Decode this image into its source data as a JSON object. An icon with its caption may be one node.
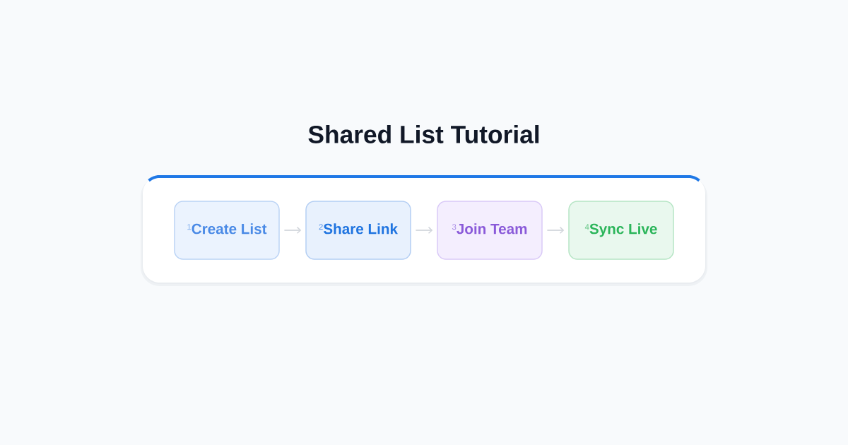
{
  "diagram": {
    "title": "Shared List Tutorial",
    "nodes": [
      {
        "text": [
          "1",
          "Create List"
        ]
      },
      {
        "text": [
          "2",
          "Share Link"
        ]
      },
      {
        "text": [
          "3",
          "Join Team"
        ]
      },
      {
        "text": [
          "4",
          "Sync Live"
        ]
      }
    ],
    "edges": [
      {
        "from": 0,
        "to": 1,
        "arrow": "to"
      },
      {
        "from": 1,
        "to": 2,
        "arrow": "to"
      },
      {
        "from": 2,
        "to": 3,
        "arrow": "to"
      }
    ]
  }
}
